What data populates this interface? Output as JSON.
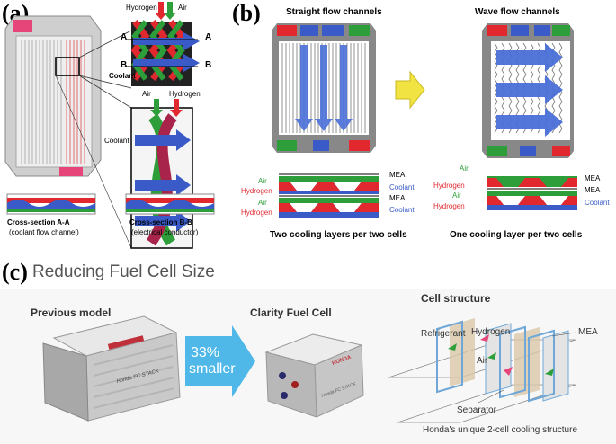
{
  "panel_a": {
    "label": "(a)",
    "hydrogen": "Hydrogen",
    "air": "Air",
    "coolant_top": "Coolant",
    "section_a": "A",
    "section_b": "B",
    "lower_air": "Air",
    "lower_hydrogen": "Hydrogen",
    "lower_coolant": "Coolant",
    "cross_a_title": "Cross-section A-A",
    "cross_a_sub": "(coolant flow channel)",
    "cross_b_title": "Cross-section B-B",
    "cross_b_sub": "(electrical conductor)"
  },
  "panel_b": {
    "label": "(b)",
    "left_title": "Straight flow channels",
    "right_title": "Wave flow channels",
    "left_caption": "Two cooling layers per two cells",
    "right_caption": "One cooling layer per two cells",
    "left_layers": {
      "air1": "Air",
      "hydrogen1": "Hydrogen",
      "air2": "Air",
      "hydrogen2": "Hydrogen",
      "mea1": "MEA",
      "coolant1": "Coolant",
      "mea2": "MEA",
      "coolant2": "Coolant"
    },
    "right_layers": {
      "air_top": "Air",
      "hydrogen1": "Hydrogen",
      "air2": "Air",
      "hydrogen2": "Hydrogen",
      "mea1": "MEA",
      "mea2": "MEA",
      "coolant": "Coolant"
    }
  },
  "panel_c": {
    "label": "(c)",
    "title": "Reducing Fuel Cell Size",
    "previous_model": "Previous model",
    "arrow_pct": "33%",
    "arrow_word": "smaller",
    "new_model": "Clarity Fuel Cell",
    "cell_structure": "Cell structure",
    "refrigerant": "Refrigerant",
    "hydrogen": "Hydrogen",
    "air": "Air",
    "mea": "MEA",
    "separator": "Separator",
    "caption": "Honda's unique 2-cell cooling structure",
    "stack_brand": "HONDA",
    "stack_old_label": "Honda FC STACK",
    "stack_new_label": "Honda FC STACK"
  },
  "colors": {
    "red": "#e0282e",
    "green": "#2e9e3a",
    "blue": "#3a5bc7",
    "arrow_cyan": "#4fb8e8",
    "yellow": "#f1e341"
  }
}
